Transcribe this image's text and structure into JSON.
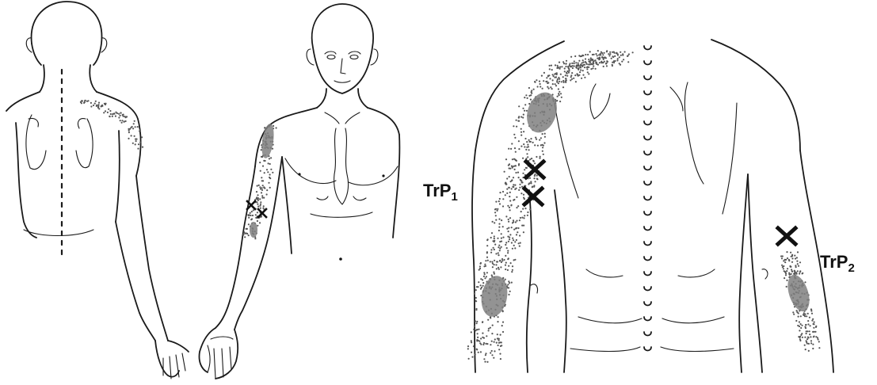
{
  "labels": {
    "trp1": {
      "main": "TrP",
      "sub": "1"
    },
    "trp2": {
      "main": "TrP",
      "sub": "2"
    }
  },
  "figures": [
    {
      "name": "posterior-neck-shoulder-figure",
      "view": "back"
    },
    {
      "name": "anterior-torso-arm-figure",
      "view": "front"
    },
    {
      "name": "posterior-upper-back-closeup",
      "view": "back-closeup"
    }
  ],
  "colors": {
    "outline": "#1a1a1a",
    "referred_pain_dots": "#555555",
    "referred_pain_core": "#808080",
    "trigger_point_mark": "#111111"
  },
  "icons": [
    "trigger-point-x-icon"
  ]
}
